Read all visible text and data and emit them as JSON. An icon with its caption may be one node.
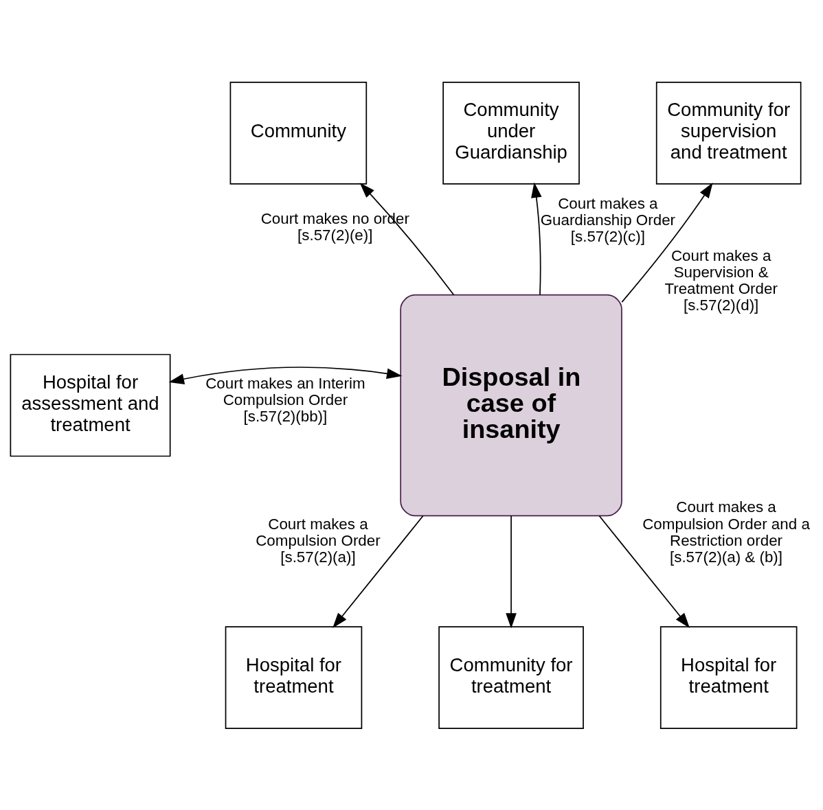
{
  "diagram": {
    "nodes": [
      {
        "text": [
          "Community"
        ]
      },
      {
        "text": [
          "Community under Guardianship"
        ]
      },
      {
        "text": [
          "Community for supervision and treatment"
        ]
      },
      {
        "text": [
          "Hospital for assessment and treatment"
        ]
      },
      {
        "text": [
          "Disposal in case of insanity"
        ]
      },
      {
        "text": [
          "Hospital for treatment"
        ]
      },
      {
        "text": [
          "Community for treatment"
        ]
      },
      {
        "text": [
          "Hospital for treatment"
        ]
      }
    ],
    "edges": [
      {
        "from": 4,
        "to": 0,
        "arrow": "to",
        "label": "Court makes no order [s.57(2)(e)]"
      },
      {
        "from": 4,
        "to": 1,
        "arrow": "to",
        "label": "Court makes a Guardianship Order [s.57(2)(c)]"
      },
      {
        "from": 4,
        "to": 2,
        "arrow": "to",
        "label": "Court makes a Supervision & Treatment Order [s.57(2)(d)]"
      },
      {
        "from": 4,
        "to": 3,
        "arrow": "both",
        "label": "Court makes an Interim Compulsion Order [s.57(2)(bb)]"
      },
      {
        "from": 4,
        "to": 5,
        "arrow": "to",
        "label": "Court makes a Compulsion Order [s.57(2)(a)]"
      },
      {
        "from": 4,
        "to": 6,
        "arrow": "to"
      },
      {
        "from": 4,
        "to": 7,
        "arrow": "to",
        "label": "Court makes a Compulsion Order and a Restriction order [s.57(2)(a) & (b)]"
      }
    ]
  }
}
